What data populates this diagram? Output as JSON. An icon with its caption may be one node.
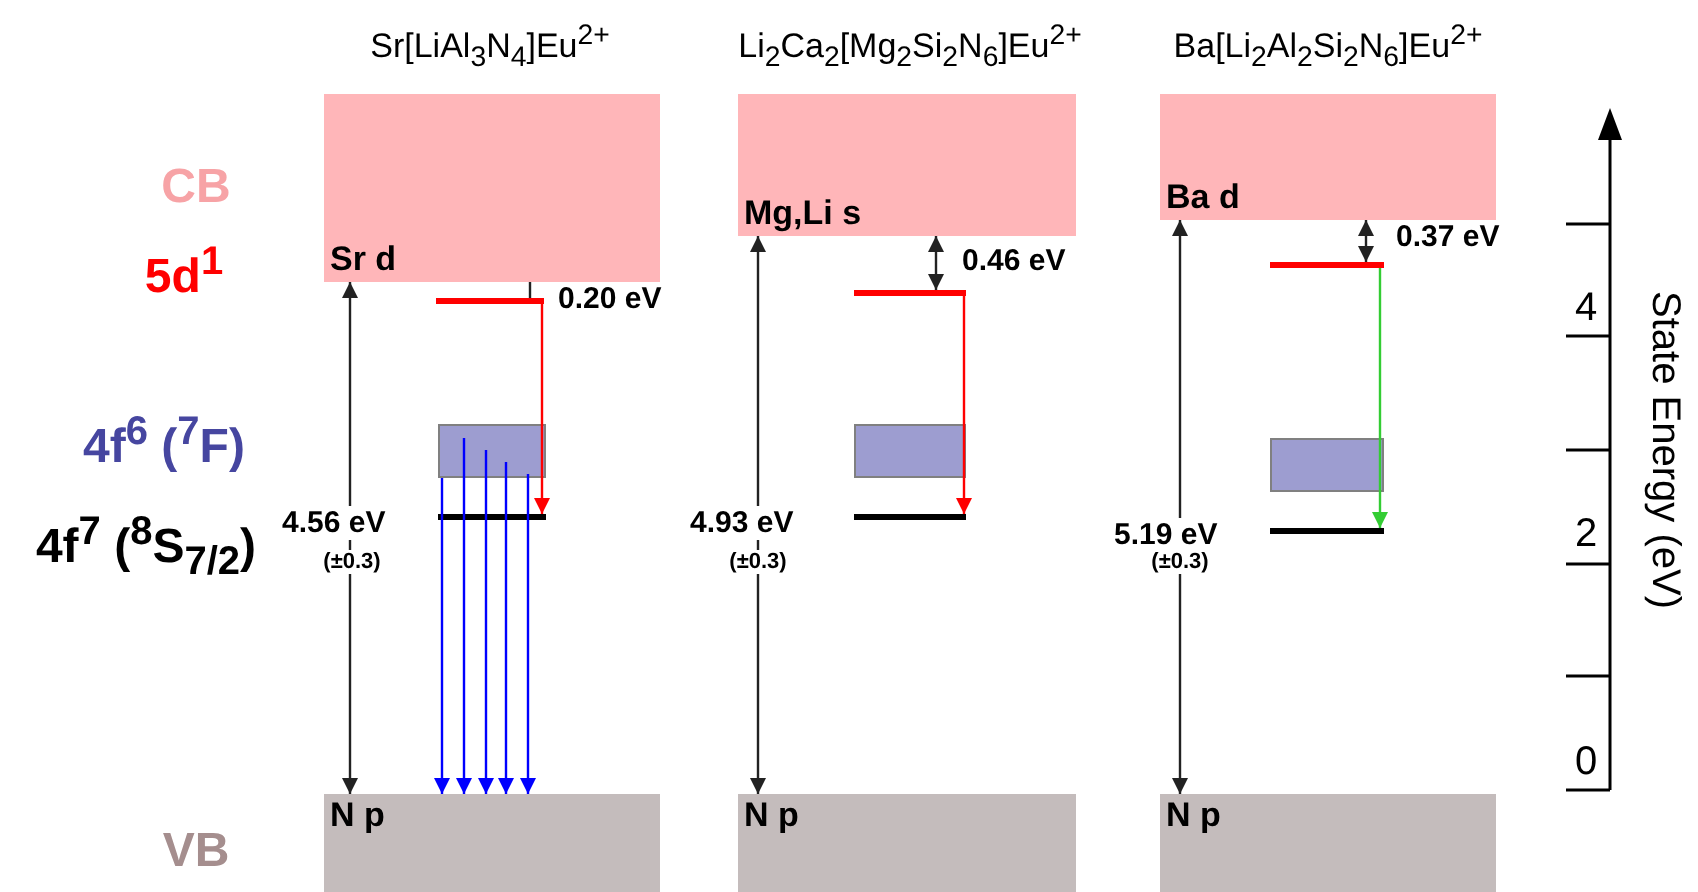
{
  "diagram": {
    "nodes": [
      {
        "text": [
          "Sr d"
        ]
      },
      {
        "text": [],
        "shape": "bar"
      },
      {
        "text": [],
        "shape": "box"
      },
      {
        "text": [],
        "shape": "bar"
      },
      {
        "text": [
          "N p"
        ]
      },
      {
        "text": [
          "Mg,Li s"
        ]
      },
      {
        "text": [],
        "shape": "bar"
      },
      {
        "text": [],
        "shape": "box"
      },
      {
        "text": [],
        "shape": "bar"
      },
      {
        "text": [
          "N p"
        ]
      },
      {
        "text": [
          "Ba d"
        ]
      },
      {
        "text": [],
        "shape": "bar"
      },
      {
        "text": [],
        "shape": "box"
      },
      {
        "text": [],
        "shape": "bar"
      },
      {
        "text": [
          "N p"
        ]
      }
    ],
    "edges": [
      {
        "from": 4,
        "to": 0,
        "arrow": "both",
        "label": "4.56 eV"
      },
      {
        "from": 0,
        "to": 1,
        "arrow": "none",
        "label": "0.20 eV"
      },
      {
        "from": 1,
        "to": 3,
        "arrow": "to",
        "color": "#ff0000"
      },
      {
        "from": 2,
        "to": 4,
        "arrow": "to",
        "color": "#0000ff"
      },
      {
        "from": 2,
        "to": 4,
        "arrow": "to",
        "color": "#0000ff"
      },
      {
        "from": 2,
        "to": 4,
        "arrow": "to",
        "color": "#0000ff"
      },
      {
        "from": 2,
        "to": 4,
        "arrow": "to",
        "color": "#0000ff"
      },
      {
        "from": 2,
        "to": 4,
        "arrow": "to",
        "color": "#0000ff"
      },
      {
        "from": 9,
        "to": 5,
        "arrow": "both",
        "label": "4.93 eV"
      },
      {
        "from": 5,
        "to": 6,
        "arrow": "both",
        "label": "0.46 eV"
      },
      {
        "from": 6,
        "to": 8,
        "arrow": "to",
        "color": "#ff0000"
      },
      {
        "from": 14,
        "to": 10,
        "arrow": "both",
        "label": "5.19 eV"
      },
      {
        "from": 10,
        "to": 11,
        "arrow": "both",
        "label": "0.37 eV"
      },
      {
        "from": 11,
        "to": 13,
        "arrow": "to",
        "color": "#33cc33"
      }
    ],
    "labels": [
      "Sr[LiAl$_{3}$N$_{4}$]Eu$^{2+}$",
      "Li$_{2}$Ca$_{2}$[Mg$_{2}$Si$_{2}$N$_{6}$]Eu$^{2+}$",
      "Ba[Li$_{2}$Al$_{2}$Si$_{2}$N$_{6}$]Eu$^{2+}$",
      "CB",
      "5d$^{1}$",
      "4f$^{6}$ ($^{7}$F)",
      "4f$^{7}$ ($^{8}$S$_{7/2}$)",
      "VB",
      "(±0.3)",
      "(±0.3)",
      "(±0.3)",
      "4",
      "2",
      "0",
      "State Energy (eV)"
    ]
  }
}
